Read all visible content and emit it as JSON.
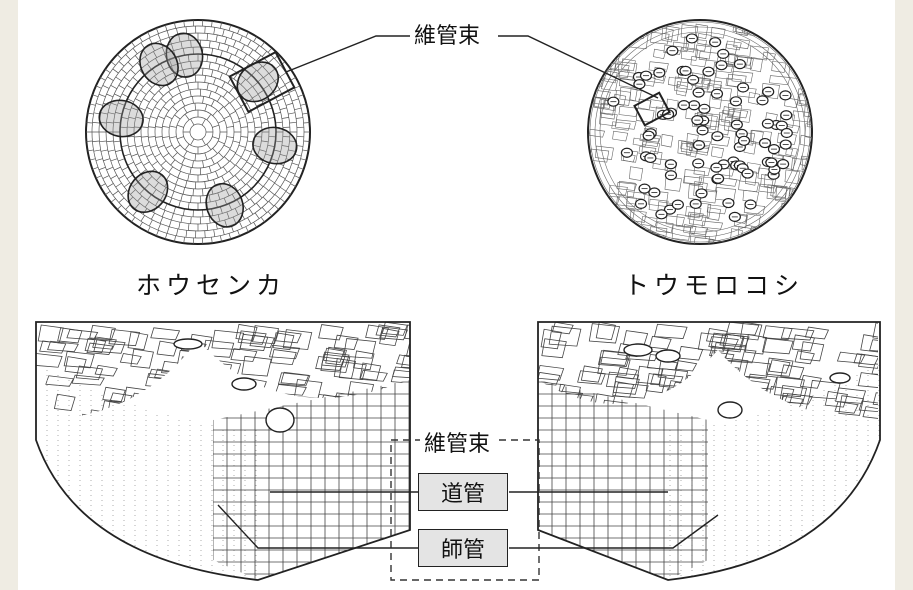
{
  "labels": {
    "vascular_bundle_top": "維管束",
    "vascular_bundle_bottom": "維管束",
    "dicot": "ホウセンカ",
    "monocot": "トウモロコシ",
    "xylem": "道管",
    "phloem": "師管"
  },
  "colors": {
    "background": "#efece3",
    "panel": "#ffffff",
    "ink": "#222222",
    "box_fill": "#e4e4e4",
    "bundle_shade": "#9a9a9a"
  }
}
